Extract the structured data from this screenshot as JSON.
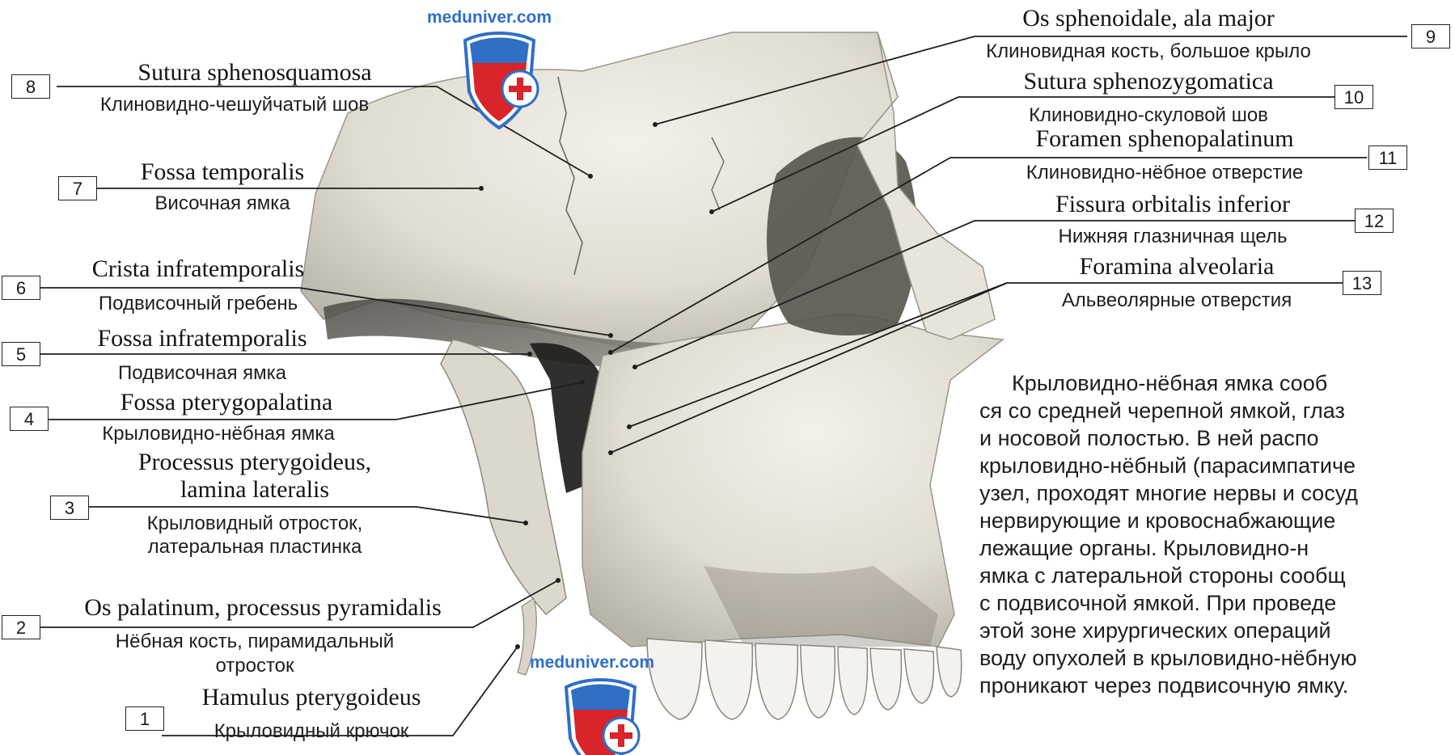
{
  "watermark": "meduniver.com",
  "colors": {
    "bone": "#e6e1d6",
    "bone_shadow": "#6e6a62",
    "bone_dark": "#2a2826",
    "shield_blue": "#2f6fc6",
    "shield_red": "#d8242a",
    "watermark_blue": "#2f6fc6"
  },
  "icons": [
    "medical-shield-icon"
  ],
  "labels": [
    {
      "num": "1",
      "latin": "Hamulus pterygoideus",
      "russian": "Крыловидный крючок"
    },
    {
      "num": "2",
      "latin": "Os palatinum, processus pyramidalis",
      "russian": "Нёбная кость, пирамидальный",
      "russian2": "отросток"
    },
    {
      "num": "3",
      "latin": "Processus pterygoideus,",
      "latin2": "lamina lateralis",
      "russian": "Крыловидный отросток,",
      "russian2": "латеральная пластинка"
    },
    {
      "num": "4",
      "latin": "Fossa pterygopalatina",
      "russian": "Крыловидно-нёбная ямка"
    },
    {
      "num": "5",
      "latin": "Fossa infratemporalis",
      "russian": "Подвисочная ямка"
    },
    {
      "num": "6",
      "latin": "Crista infratemporalis",
      "russian": "Подвисочный гребень"
    },
    {
      "num": "7",
      "latin": "Fossa temporalis",
      "russian": "Височная ямка"
    },
    {
      "num": "8",
      "latin": "Sutura sphenosquamosa",
      "russian": "Клиновидно-чешуйчатый шов"
    },
    {
      "num": "9",
      "latin": "Os sphenoidale, ala major",
      "russian": "Клиновидная кость, большое крыло"
    },
    {
      "num": "10",
      "latin": "Sutura sphenozygomatica",
      "russian": "Клиновидно-скуловой шов"
    },
    {
      "num": "11",
      "latin": "Foramen sphenopalatinum",
      "russian": "Клиновидно-нёбное отверстие"
    },
    {
      "num": "12",
      "latin": "Fissura orbitalis inferior",
      "russian": "Нижняя глазничная щель"
    },
    {
      "num": "13",
      "latin": "Foramina alveolaria",
      "russian": "Альвеолярные отверстия"
    }
  ],
  "description_lines": [
    "Крыловидно-нёбная  ямка  сооб",
    "ся со средней черепной ямкой, глаз",
    "и  носовой  полостью.  В ней  распо",
    "крыловидно-нёбный (парасимпатиче",
    "узел, проходят многие нервы и сосуд",
    "нервирующие  и  кровоснабжающие",
    "лежащие     органы.     Крыловидно-н",
    "ямка  с  латеральной  стороны  сообщ",
    "с  подвисочной  ямкой.  При  проведе",
    "этой  зоне  хирургических  операций",
    "воду опухолей в крыловидно-нёбную",
    "проникают через подвисочную ямку."
  ]
}
